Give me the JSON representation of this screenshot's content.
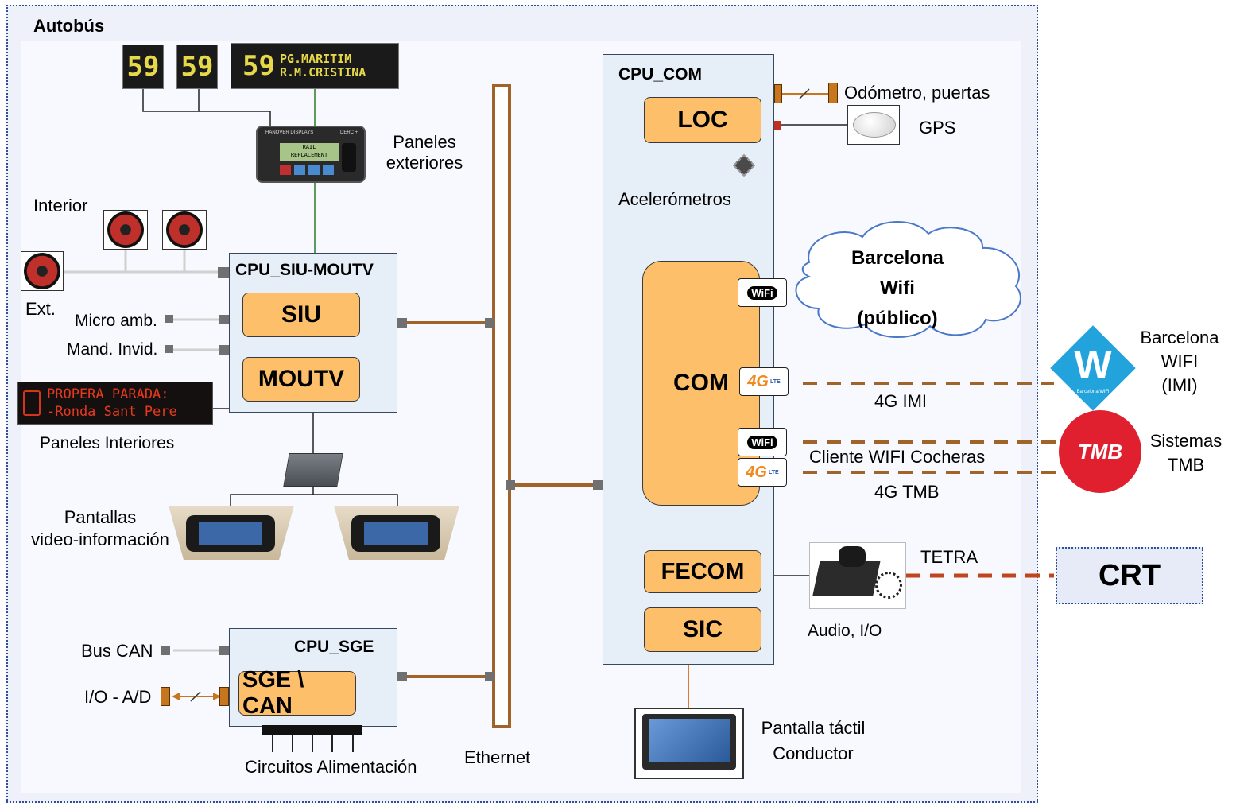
{
  "bus_title": "Autobús",
  "panels_ext": {
    "route_num_1": "59",
    "route_num_2": "59",
    "dest_num": "59",
    "dest_line1": "PG.MARITIM",
    "dest_line2": "R.M.CRISTINA",
    "controller_brand": "HANOVER DISPLAYS",
    "controller_model": "DERC +",
    "controller_screen_1": "RAIL",
    "controller_screen_2": "REPLACEMENT",
    "label_1": "Paneles",
    "label_2": "exteriores"
  },
  "speakers": {
    "interior_label": "Interior",
    "ext_label": "Ext."
  },
  "cpu_siu": {
    "title": "CPU_SIU-MOUTV",
    "siu": "SIU",
    "moutv": "MOUTV",
    "micro_label": "Micro amb.",
    "mand_label": "Mand. Invid."
  },
  "interior_panel": {
    "line1": "PROPERA PARADA:",
    "line2": "-Ronda Sant Pere",
    "label": "Paneles Interiores"
  },
  "video": {
    "label_1": "Pantallas",
    "label_2": "video-información"
  },
  "cpu_sge": {
    "title": "CPU_SGE",
    "module": "SGE \\ CAN",
    "bus_can": "Bus CAN",
    "io": "I/O - A/D",
    "circuits": "Circuitos Alimentación"
  },
  "ethernet_label": "Ethernet",
  "cpu_com": {
    "title": "CPU_COM",
    "loc": "LOC",
    "accel": "Acelerómetros",
    "com": "COM",
    "fecom": "FECOM",
    "sic": "SIC"
  },
  "peripherals": {
    "odometer": "Odómetro, puertas",
    "gps": "GPS",
    "audio_io": "Audio, I/O",
    "tetra": "TETRA",
    "touch_1": "Pantalla táctil",
    "touch_2": "Conductor"
  },
  "cloud": {
    "line1": "Barcelona",
    "line2": "Wifi",
    "line3": "(público)"
  },
  "badges": {
    "wifi": "WiFi",
    "g4": "4G",
    "lte": "LTE"
  },
  "links": {
    "imi": "4G IMI",
    "cocheras": "Cliente WIFI Cocheras",
    "tmb": "4G TMB"
  },
  "external": {
    "bcn_1": "Barcelona",
    "bcn_2": "WIFI",
    "bcn_3": "(IMI)",
    "bcn_logo": "W",
    "bcn_logo_sub": "Barcelona WiFi",
    "tmb_logo": "TMB",
    "tmb_1": "Sistemas",
    "tmb_2": "TMB",
    "crt": "CRT"
  },
  "colors": {
    "ethernet": "#a0642a",
    "tetra": "#c0441c",
    "link": "#a0642a"
  }
}
